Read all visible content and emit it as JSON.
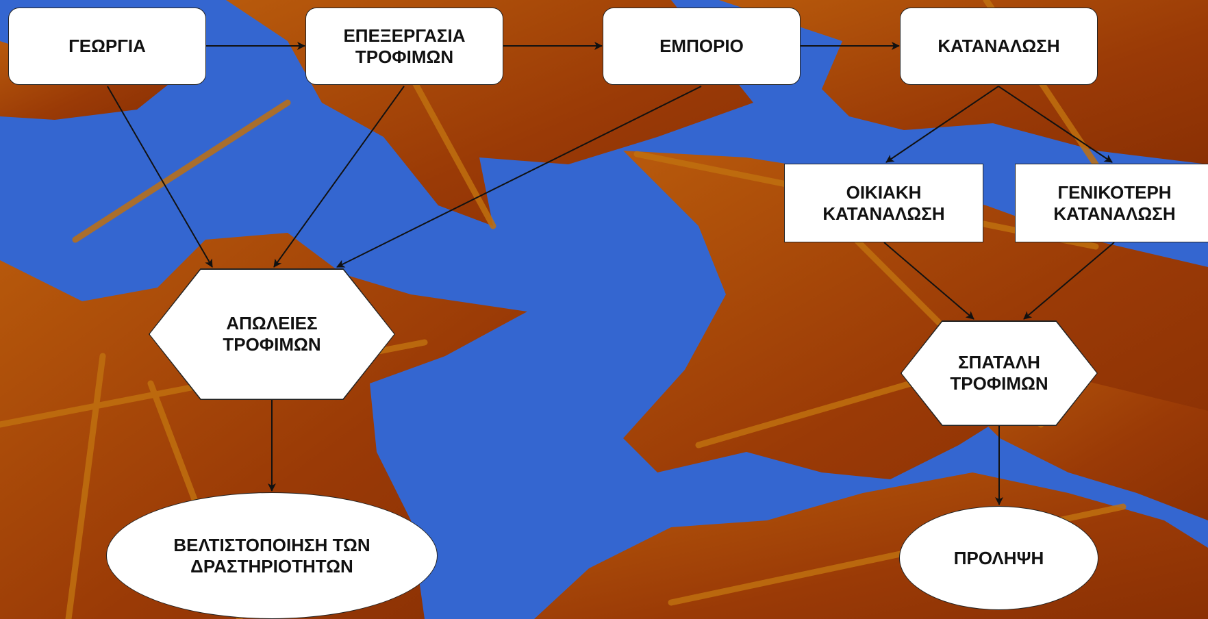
{
  "diagram": {
    "background_color": "#3466d0",
    "leaf_color": "#a33d06",
    "node_fill": "#ffffff",
    "edge_color": "#111111",
    "nodes": {
      "georgia": "ΓΕΩΡΓΙΑ",
      "epexergasia": "ΕΠΕΞΕΡΓΑΣΙΑ\nΤΡΟΦΙΜΩΝ",
      "emporio": "ΕΜΠΟΡΙΟ",
      "katanalosi": "ΚΑΤΑΝΑΛΩΣΗ",
      "oikiaki": "ΟΙΚΙΑΚΗ\nΚΑΤΑΝΑΛΩΣΗ",
      "genikoteri": "ΓΕΝΙΚΟΤΕΡΗ\nΚΑΤΑΝΑΛΩΣΗ",
      "apoleies": "ΑΠΩΛΕΙΕΣ\nΤΡΟΦΙΜΩΝ",
      "spatali": "ΣΠΑΤΑΛΗ\nΤΡΟΦΙΜΩΝ",
      "veltistopoiisi": "ΒΕΛΤΙΣΤΟΠΟΙΗΣΗ ΤΩΝ\nΔΡΑΣΤΗΡΙΟΤΗΤΩΝ",
      "prolipsi": "ΠΡΟΛΗΨΗ"
    },
    "edges": [
      [
        "georgia",
        "epexergasia"
      ],
      [
        "epexergasia",
        "emporio"
      ],
      [
        "emporio",
        "katanalosi"
      ],
      [
        "georgia",
        "apoleies"
      ],
      [
        "epexergasia",
        "apoleies"
      ],
      [
        "emporio",
        "apoleies"
      ],
      [
        "katanalosi",
        "oikiaki"
      ],
      [
        "katanalosi",
        "genikoteri"
      ],
      [
        "oikiaki",
        "spatali"
      ],
      [
        "genikoteri",
        "spatali"
      ],
      [
        "apoleies",
        "veltistopoiisi"
      ],
      [
        "spatali",
        "prolipsi"
      ]
    ]
  }
}
